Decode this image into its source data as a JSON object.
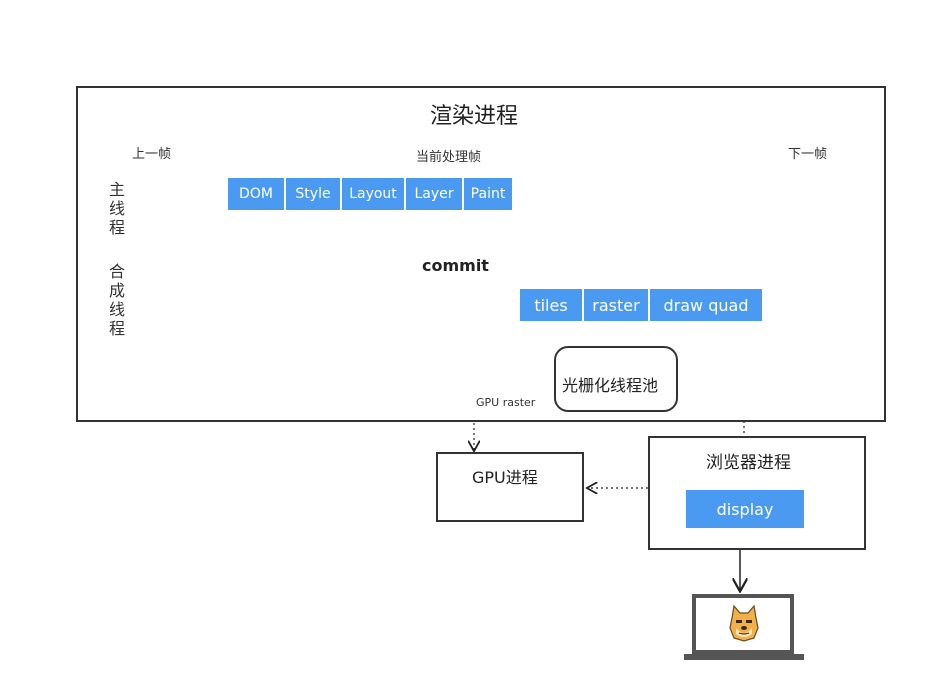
{
  "title": "渲染进程",
  "frames": {
    "prev": "上一帧",
    "current": "当前处理帧",
    "next": "下一帧"
  },
  "threads": {
    "main": "主线程",
    "compositor": "合成线程"
  },
  "main_steps": [
    "DOM",
    "Style",
    "Layout",
    "Layer",
    "Paint"
  ],
  "commit_label": "commit",
  "compositor_steps": [
    "tiles",
    "raster",
    "draw quad"
  ],
  "raster_pool": "光栅化线程池",
  "gpu_raster_label": "GPU raster",
  "gpu_process": "GPU进程",
  "browser_process": "浏览器进程",
  "display_label": "display",
  "colors": {
    "step_blue": "#4a9af1",
    "dashed_orange": "#f0a040",
    "border": "#333333"
  },
  "icons": {
    "monitor": "monitor-icon",
    "doge": "doge-face-icon"
  }
}
